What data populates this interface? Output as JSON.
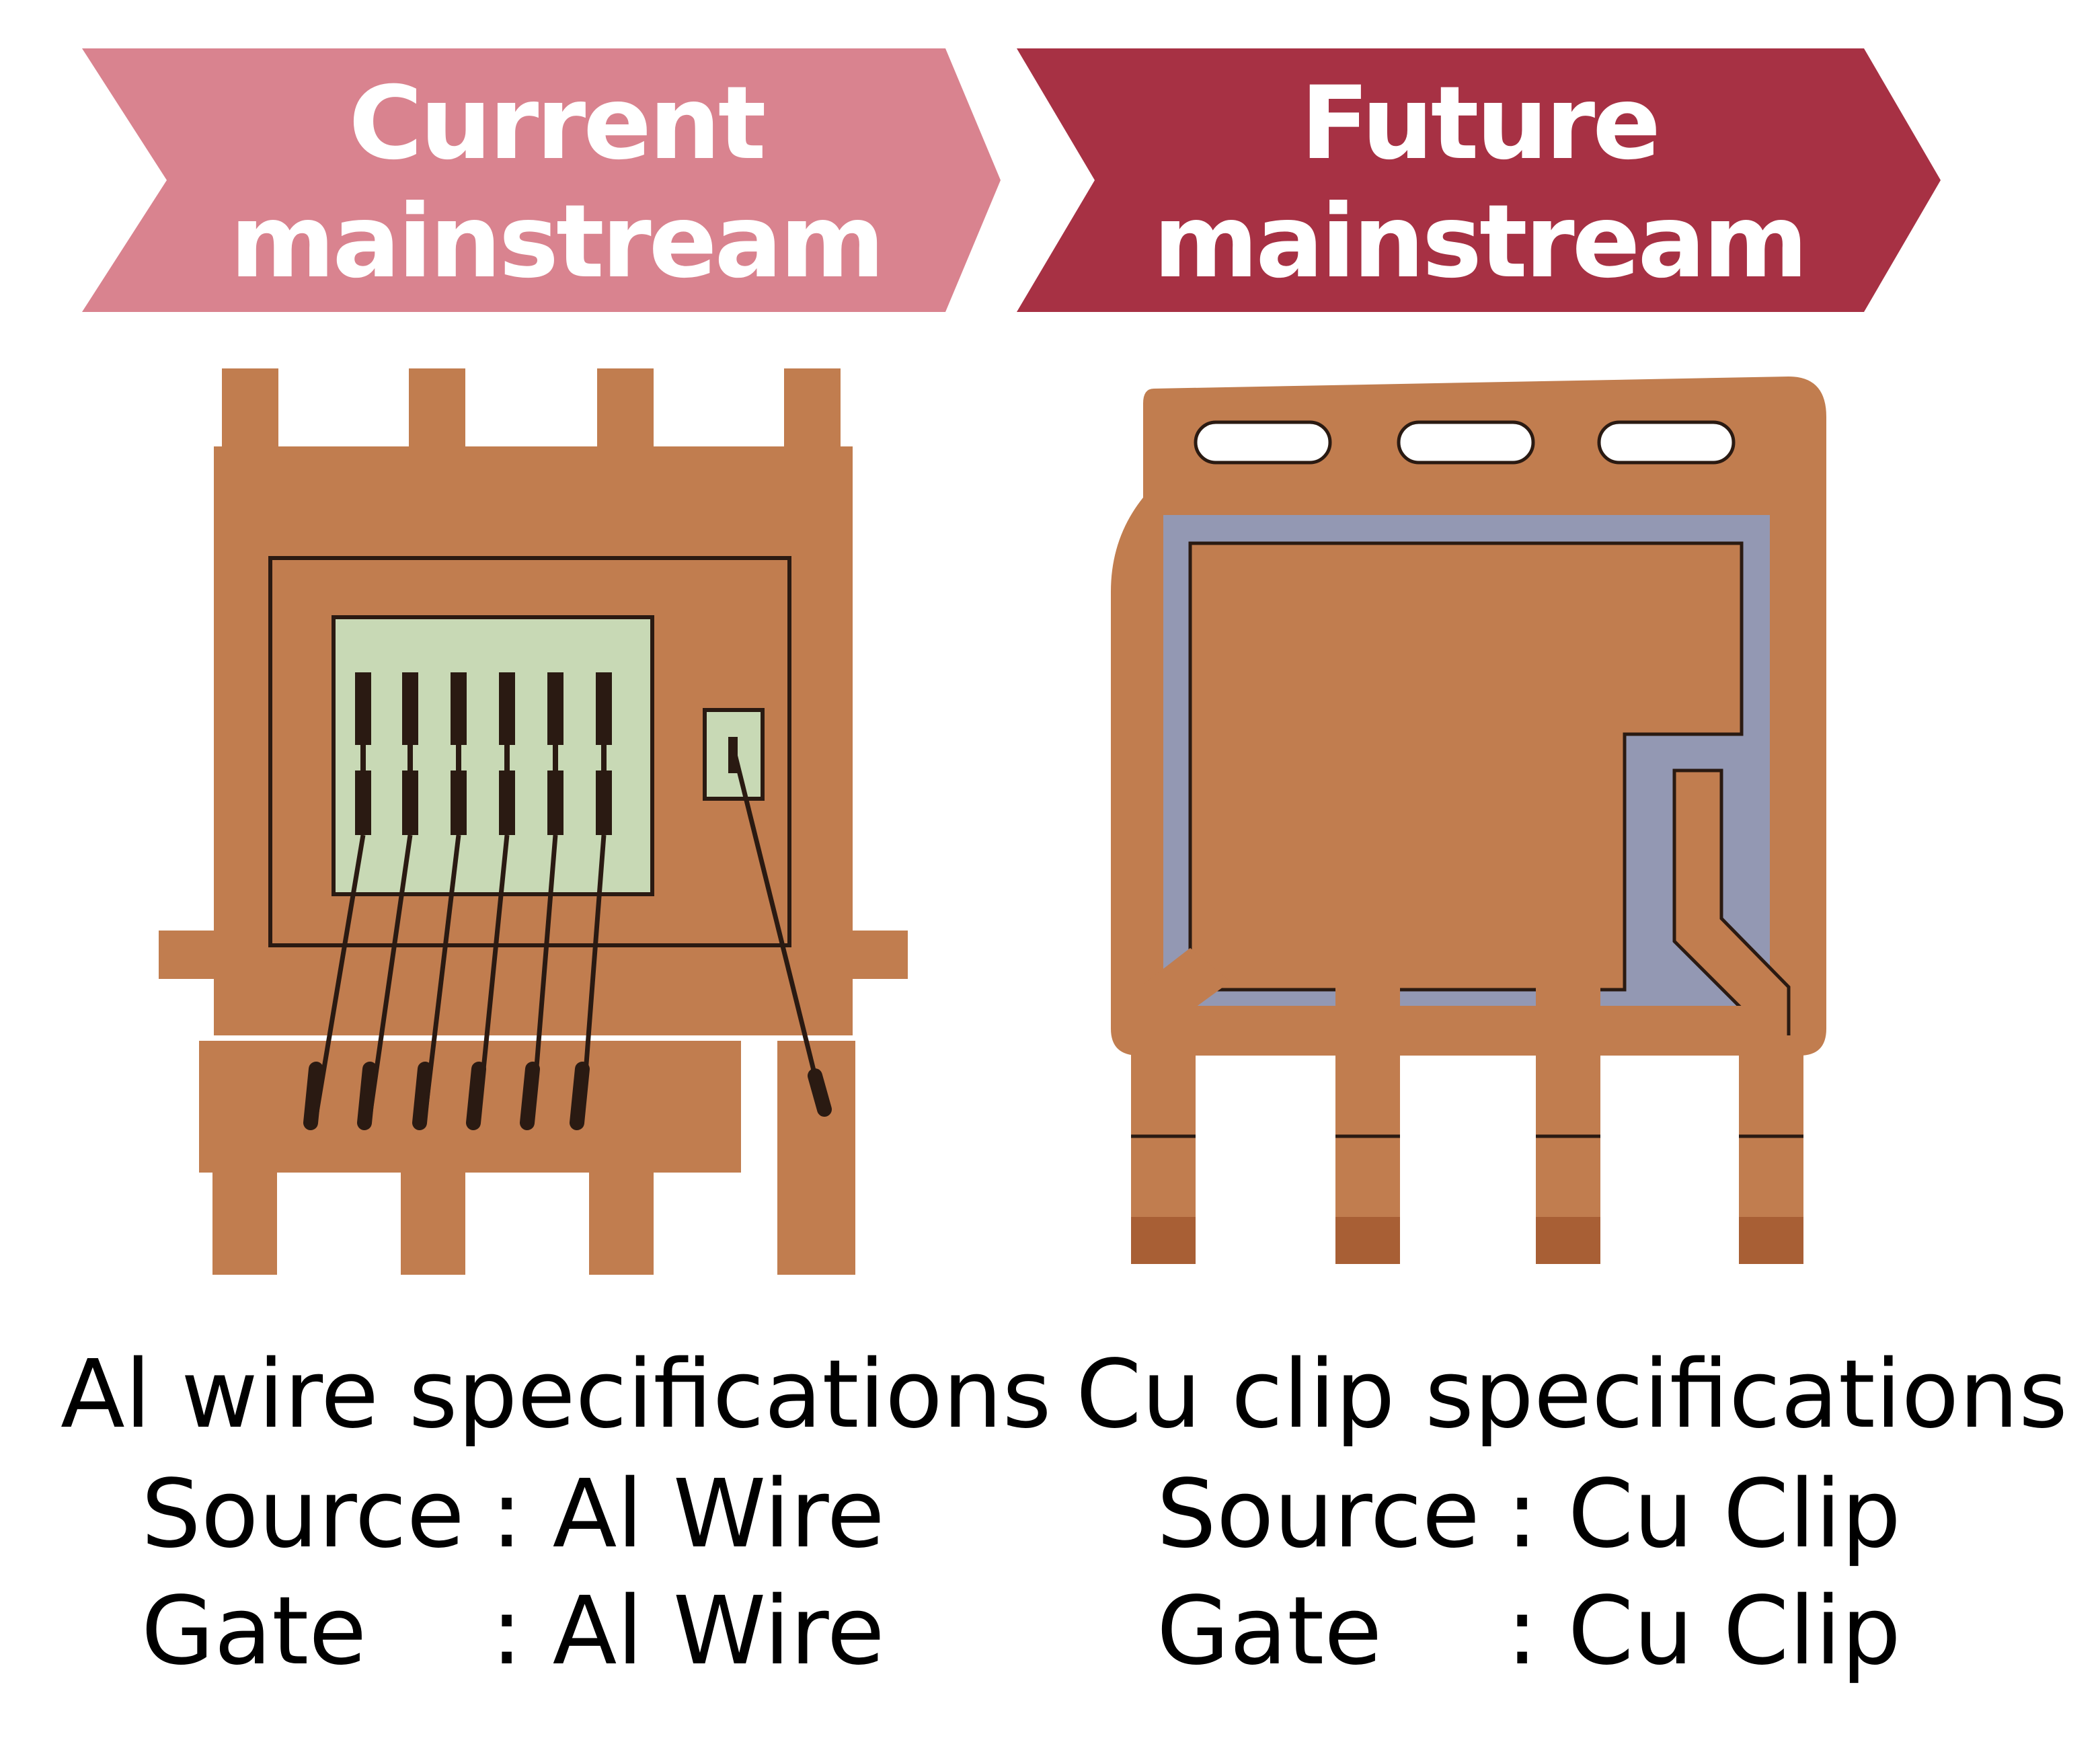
{
  "colors": {
    "current_banner": "#d9838f",
    "future_banner": "#a73144",
    "copper": "#c17d4f",
    "die": "#c8d9b5",
    "clip_gap": "#9398b3",
    "dark": "#2a1a12"
  },
  "current": {
    "banner_line1": "Current",
    "banner_line2": "mainstream",
    "spec_title": "Al wire specifications",
    "source_label": "Source",
    "source_value": ": Al Wire",
    "gate_label": "Gate",
    "gate_value": ": Al Wire"
  },
  "future": {
    "banner_line1": "Future",
    "banner_line2": "mainstream",
    "spec_title": "Cu clip specifications",
    "source_label": "Source",
    "source_value": ": Cu Clip",
    "gate_label": "Gate",
    "gate_value": ": Cu Clip"
  }
}
